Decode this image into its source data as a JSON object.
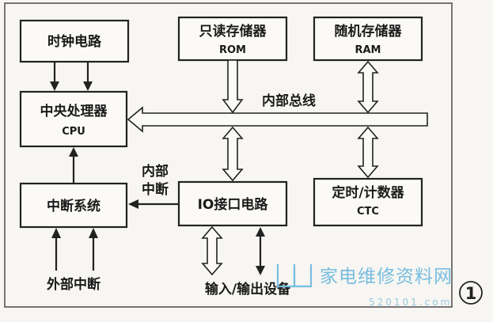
{
  "blocks": {
    "clock": {
      "label": "时钟电路"
    },
    "rom": {
      "label": "只读存储器",
      "sublabel": "ROM"
    },
    "ram": {
      "label": "随机存储器",
      "sublabel": "RAM"
    },
    "cpu": {
      "label": "中央处理器",
      "sublabel": "CPU"
    },
    "interrupt": {
      "label": "中断系统"
    },
    "io": {
      "label": "IO接口电路"
    },
    "ctc": {
      "label": "定时/计数器",
      "sublabel": "CTC"
    }
  },
  "labels": {
    "internal_bus": "内部总线",
    "internal_interrupt_line1": "内部",
    "internal_interrupt_line2": "中断",
    "external_interrupt": "外部中断",
    "io_devices": "输入/输出设备"
  },
  "figure_number": "1",
  "watermark": {
    "text": "家电维修资料网",
    "url": "520101.com"
  },
  "colors": {
    "line": "#222222",
    "watermark": "#77bde0"
  }
}
